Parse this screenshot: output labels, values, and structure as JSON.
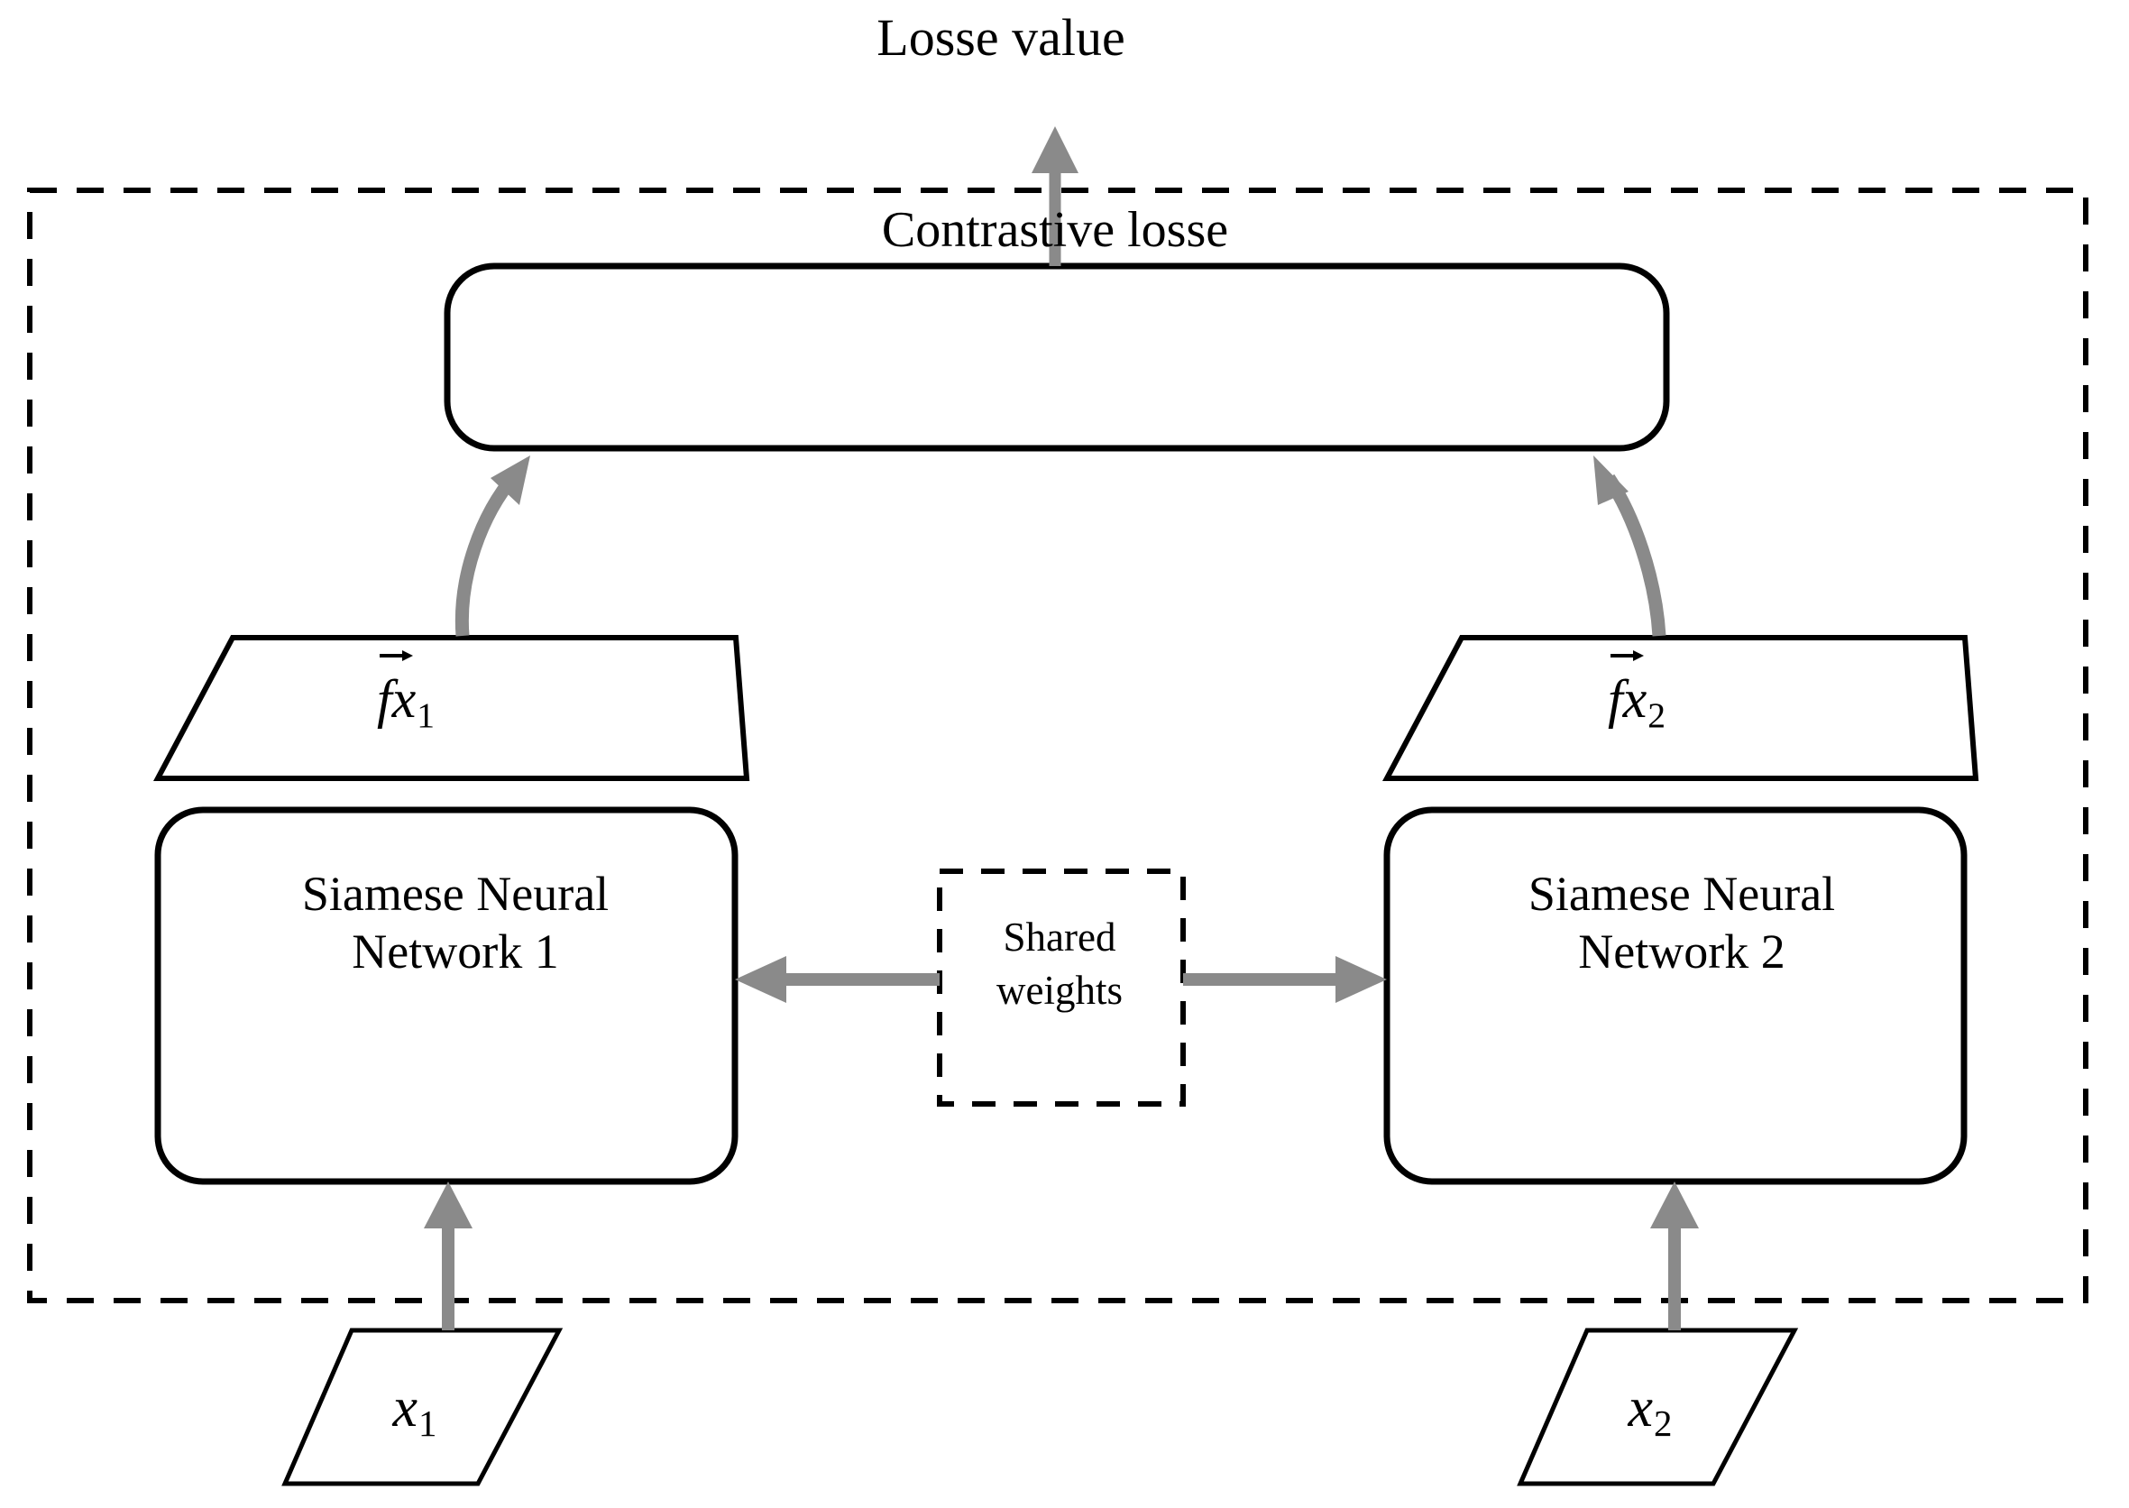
{
  "diagram": {
    "title": "Losse value",
    "outer_container_name": "siamese-network-training-block",
    "loss_box": {
      "label": "Contrastive losse"
    },
    "embeddings": {
      "left": {
        "symbol": "f",
        "variable": "x",
        "subscript": "1",
        "vector": true
      },
      "right": {
        "symbol": "f",
        "variable": "x",
        "subscript": "2",
        "vector": true
      }
    },
    "networks": {
      "left": {
        "line1": "Siamese Neural",
        "line2": "Network 1"
      },
      "right": {
        "line1": "Siamese Neural",
        "line2": "Network 2"
      }
    },
    "shared": {
      "line1": "Shared",
      "line2": "weights"
    },
    "inputs": {
      "left": {
        "variable": "x",
        "subscript": "1"
      },
      "right": {
        "variable": "x",
        "subscript": "2"
      }
    },
    "colors": {
      "arrow_gray": "#8a8a8a",
      "stroke_black": "#000000",
      "background": "#ffffff"
    }
  }
}
